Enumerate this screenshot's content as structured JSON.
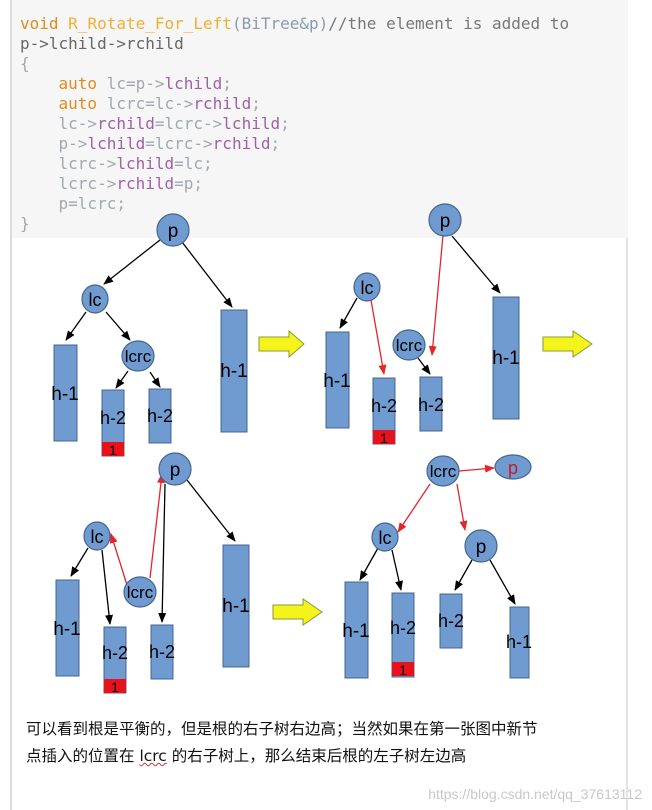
{
  "code": {
    "lines": [
      "void R_Rotate_For_Left(BiTree&p)//the element is added to",
      "p->lchild->rchild",
      "{",
      "    auto lc=p->lchild;",
      "    auto lcrc=lc->rchild;",
      "    lc->rchild=lcrc->lchild;",
      "    p->lchild=lcrc->rchild;",
      "    lcrc->lchild=lc;",
      "    lcrc->rchild=p;",
      "    p=lcrc;",
      "}"
    ]
  },
  "diagram": {
    "nodes": {
      "p": "p",
      "lc": "lc",
      "lcrc": "lcrc"
    },
    "bars": {
      "h1": "h-1",
      "h2": "h-2",
      "badge": "1"
    },
    "colors": {
      "node": "#6f9bd1",
      "node_border": "#44658f",
      "bar": "#6f9bd1",
      "badge": "#e8121c",
      "arrow_red": "#e4252b",
      "transition_arrow": "#f4f41a"
    }
  },
  "caption": {
    "line1": "可以看到根是平衡的，但是根的右子树右边高；当然如果在第一张图中新节",
    "line2_pre": "点插入的位置在 ",
    "line2_word": "lcrc",
    "line2_post": " 的右子树上，那么结束后根的左子树左边高"
  },
  "watermark": "https://blog.csdn.net/qq_37613112"
}
